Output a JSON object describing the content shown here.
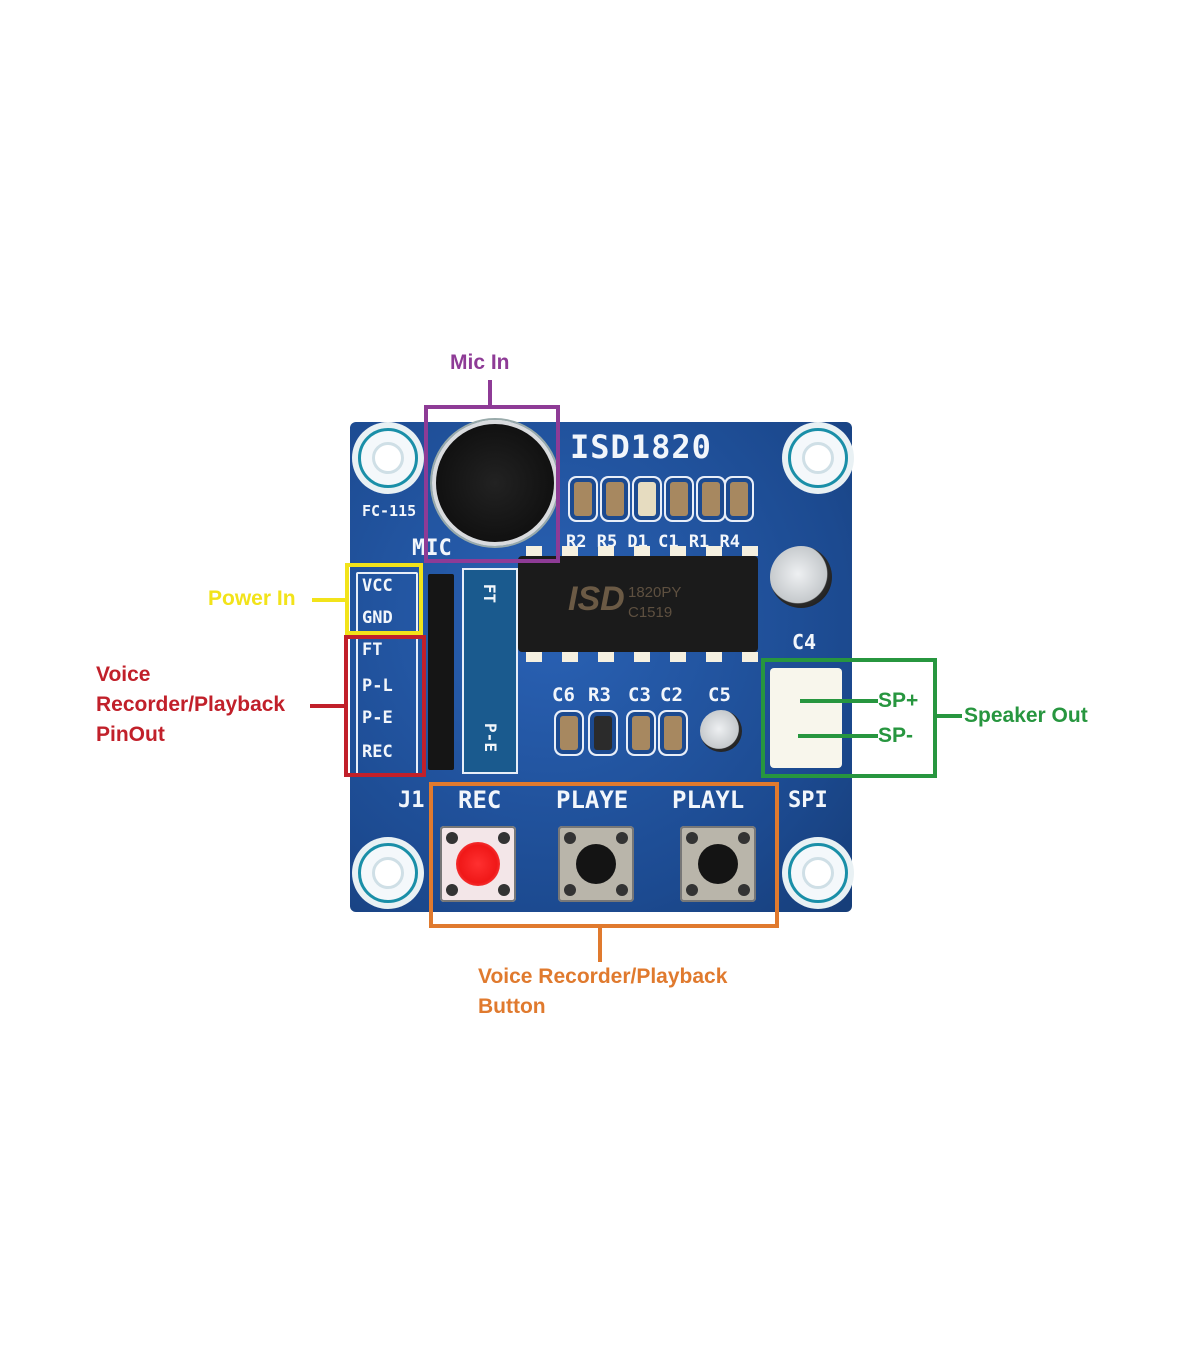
{
  "board": {
    "title_silk": "ISD1820",
    "model_silk": "FC-115",
    "mic_silk": "MIC",
    "chip_brand": "ISD",
    "chip_part": "1820PY",
    "chip_code": "C1519",
    "top_component_labels": "R2 R5 D1 C1 R1 R4",
    "pin_labels": [
      "VCC",
      "GND",
      "FT",
      "P-L",
      "P-E",
      "REC"
    ],
    "jumper_labels": [
      "FT",
      "P-E"
    ],
    "component_labels": [
      "C6",
      "R3",
      "C3",
      "C2",
      "C5"
    ],
    "c4_label": "C4",
    "j1_label": "J1",
    "spi_label": "SPI",
    "button_labels": [
      "REC",
      "PLAYE",
      "PLAYL"
    ]
  },
  "annotations": {
    "mic_in": {
      "label": "Mic In",
      "color": "#8e3b96"
    },
    "power_in": {
      "label": "Power In",
      "color": "#f2e31a"
    },
    "pinout": {
      "label_lines": [
        "Voice",
        "Recorder/Playback",
        "PinOut"
      ],
      "color": "#c1202a"
    },
    "speaker_out": {
      "label": "Speaker Out",
      "pins": [
        "SP+",
        "SP-"
      ],
      "color": "#27963f"
    },
    "buttons": {
      "label_lines": [
        "Voice Recorder/Playback",
        "Button"
      ],
      "color": "#e07a2e"
    }
  }
}
